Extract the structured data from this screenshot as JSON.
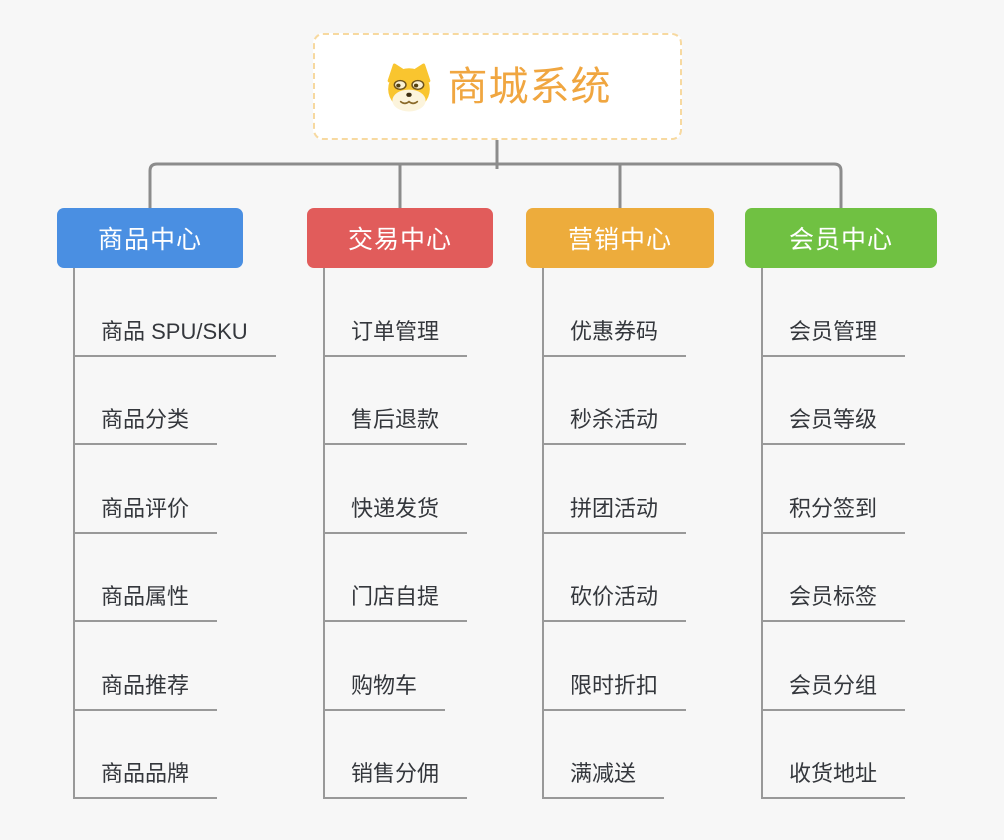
{
  "root": {
    "label": "商城系统",
    "icon": "doge-icon",
    "title_color": "#F0A640",
    "border_color": "#F7D9A0"
  },
  "branches": [
    {
      "label": "商品中心",
      "color": "#4A8FE2",
      "children": [
        "商品 SPU/SKU",
        "商品分类",
        "商品评价",
        "商品属性",
        "商品推荐",
        "商品品牌"
      ]
    },
    {
      "label": "交易中心",
      "color": "#E15C5B",
      "children": [
        "订单管理",
        "售后退款",
        "快递发货",
        "门店自提",
        "购物车",
        "销售分佣"
      ]
    },
    {
      "label": "营销中心",
      "color": "#EDAC3C",
      "children": [
        "优惠券码",
        "秒杀活动",
        "拼团活动",
        "砍价活动",
        "限时折扣",
        "满减送"
      ]
    },
    {
      "label": "会员中心",
      "color": "#70C142",
      "children": [
        "会员管理",
        "会员等级",
        "积分签到",
        "会员标签",
        "会员分组",
        "收货地址"
      ]
    }
  ],
  "colors": {
    "background": "#F7F7F7",
    "connector": "#8C8C8C",
    "leaf_line": "#999999",
    "leaf_text": "#34373C"
  }
}
